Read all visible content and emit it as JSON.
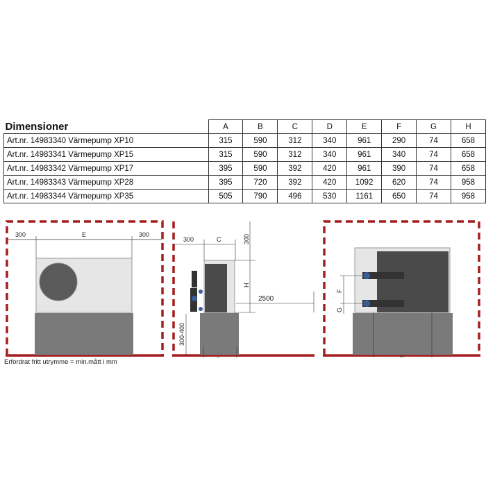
{
  "table": {
    "title": "Dimensioner",
    "columns": [
      "A",
      "B",
      "C",
      "D",
      "E",
      "F",
      "G",
      "H"
    ],
    "rows": [
      {
        "name": "Art.nr. 14983340 Värmepump XP10",
        "values": [
          "315",
          "590",
          "312",
          "340",
          "961",
          "290",
          "74",
          "658"
        ]
      },
      {
        "name": "Art.nr. 14983341 Värmepump XP15",
        "values": [
          "315",
          "590",
          "312",
          "340",
          "961",
          "340",
          "74",
          "658"
        ]
      },
      {
        "name": "Art.nr. 14983342 Värmepump XP17",
        "values": [
          "395",
          "590",
          "392",
          "420",
          "961",
          "390",
          "74",
          "658"
        ]
      },
      {
        "name": "Art.nr. 14983343 Värmepump XP28",
        "values": [
          "395",
          "720",
          "392",
          "420",
          "1092",
          "620",
          "74",
          "958"
        ]
      },
      {
        "name": "Art.nr. 14983344 Värmepump XP35",
        "values": [
          "505",
          "790",
          "496",
          "530",
          "1161",
          "650",
          "74",
          "958"
        ]
      }
    ]
  },
  "drawing": {
    "front": {
      "left_clearance": "300",
      "width_label": "E",
      "right_clearance": "300"
    },
    "side": {
      "back_clearance": "300",
      "depth_label": "C",
      "top_clearance": "300",
      "height_label": "H",
      "front_clearance": "2500",
      "base_height": "300-400",
      "base_depth_label": "D"
    },
    "rear": {
      "f_label": "F",
      "g_label": "G",
      "b_label": "B"
    },
    "colors": {
      "frame": "#a31f1f",
      "unit": "#e6e6e6",
      "base": "#7a7a7a",
      "dark": "#4a4a4a"
    }
  },
  "footnote": "Erfordrat fritt utrymme = min.mått i mm"
}
